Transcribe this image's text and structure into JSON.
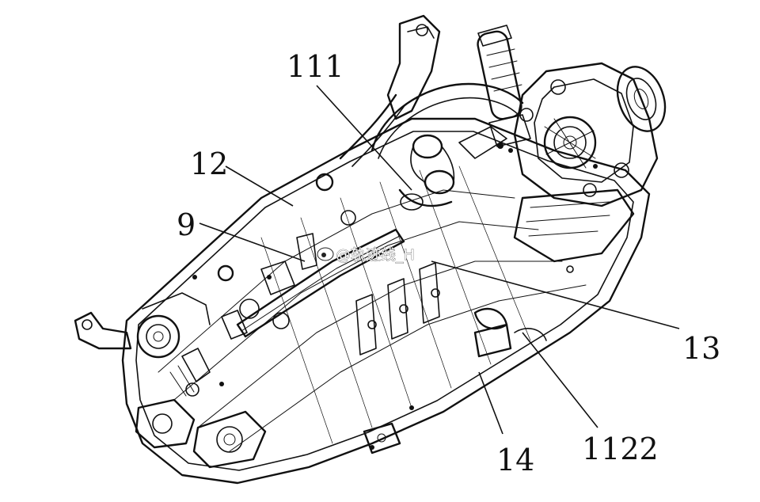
{
  "diagram": {
    "callouts": [
      {
        "id": "111",
        "label": "111"
      },
      {
        "id": "12",
        "label": "12"
      },
      {
        "id": "9",
        "label": "9"
      },
      {
        "id": "13",
        "label": "13"
      },
      {
        "id": "1122",
        "label": "1122"
      },
      {
        "id": "14",
        "label": "14"
      }
    ],
    "watermark": "@轨迹线_H"
  }
}
